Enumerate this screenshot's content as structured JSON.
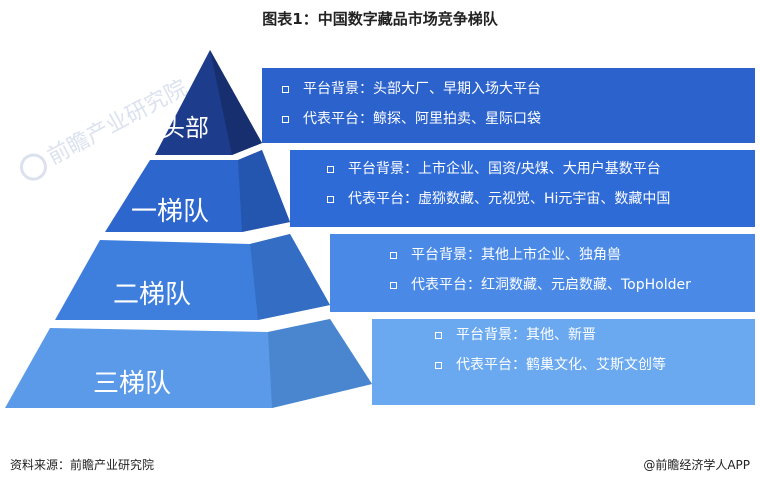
{
  "title": "图表1：中国数字藏品市场竞争梯队",
  "tiers": [
    {
      "label": "头部",
      "lines": [
        "平台背景：头部大厂、早期入场大平台",
        "代表平台：鲸探、阿里拍卖、星际口袋"
      ]
    },
    {
      "label": "一梯队",
      "lines": [
        "平台背景：上市企业、国资/央煤、大用户基数平台",
        "代表平台：虚猕数藏、元视觉、Hi元宇宙、数藏中国"
      ]
    },
    {
      "label": "二梯队",
      "lines": [
        "平台背景：其他上市企业、独角兽",
        "代表平台：红洞数藏、元启数藏、TopHolder"
      ]
    },
    {
      "label": "三梯队",
      "lines": [
        "平台背景：其他、新晋",
        "代表平台：鹤巢文化、艾斯文创等"
      ]
    }
  ],
  "watermark": "前瞻产业研究院",
  "footer": {
    "source": "资料来源：前瞻产业研究院",
    "credit": "@前瞻经济学人APP"
  },
  "colors": {
    "tier_top": "#1d3d8c",
    "tier_1": "#2d66cc",
    "tier_2": "#3e7fde",
    "tier_3": "#5a9ae8",
    "band_top": "#2b62cc",
    "band_1": "#2f6bd6",
    "band_2": "#4a8ae6",
    "band_3": "#6aa8f0"
  }
}
